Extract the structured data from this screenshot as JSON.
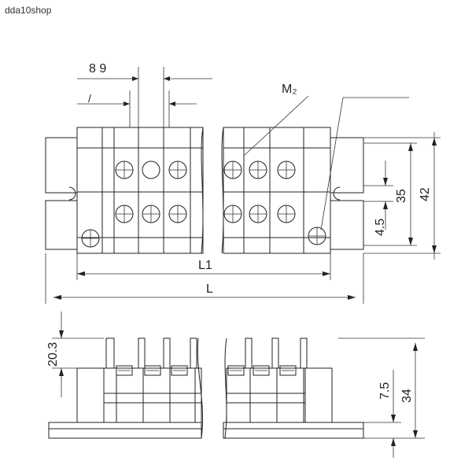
{
  "watermark": "dda10shop",
  "labels": {
    "pitch": "8 9",
    "screw": "M₂",
    "l1": "L1",
    "l": "L",
    "dim_35": "35",
    "dim_42": "42",
    "dim_4_5": "4.5",
    "dim_20_3": "20.3",
    "dim_7_5": "7.5",
    "dim_34": "34",
    "small_mark": "/"
  },
  "colors": {
    "line": "#222222",
    "background": "#ffffff"
  }
}
